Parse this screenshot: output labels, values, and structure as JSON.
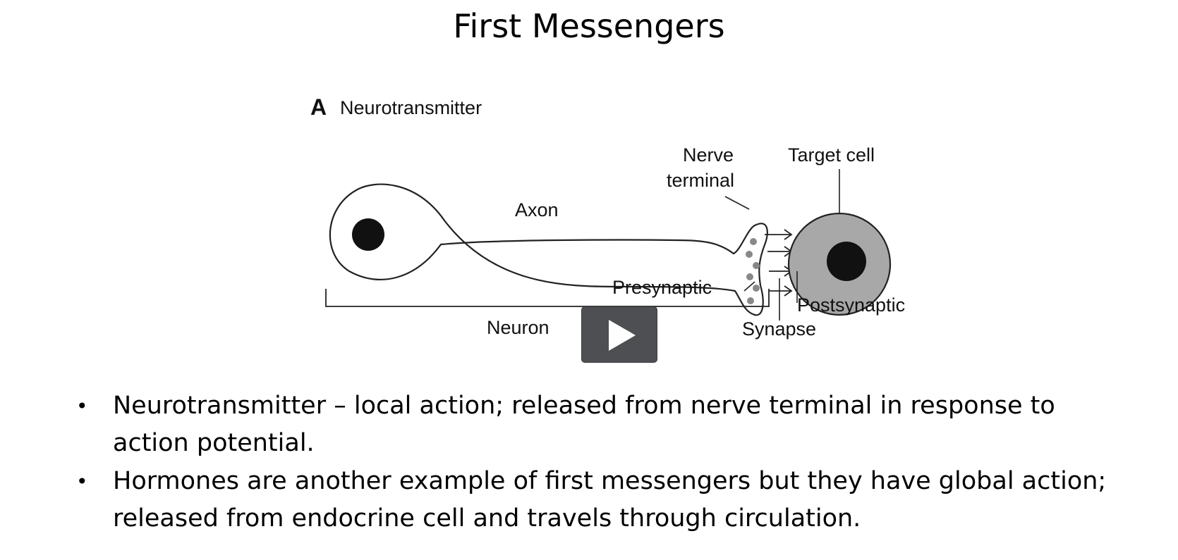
{
  "slide": {
    "title": "First Messengers"
  },
  "figure": {
    "panel_letter": "A",
    "panel_title": "Neurotransmitter",
    "labels": {
      "nerve_terminal_line1": "Nerve",
      "nerve_terminal_line2": "terminal",
      "target_cell": "Target cell",
      "axon": "Axon",
      "presynaptic": "Presynaptic",
      "postsynaptic": "Postsynaptic",
      "neuron": "Neuron",
      "synapse": "Synapse"
    }
  },
  "video": {
    "play_icon": "play-icon",
    "button_color": "#4d4f52"
  },
  "bullets": [
    {
      "line1": "Neurotransmitter – local action; released from nerve terminal in response to",
      "line2": "action potential."
    },
    {
      "line1": "Hormones are another example of first messengers but they have global action;",
      "line2": "released from endocrine cell and travels through circulation."
    }
  ]
}
